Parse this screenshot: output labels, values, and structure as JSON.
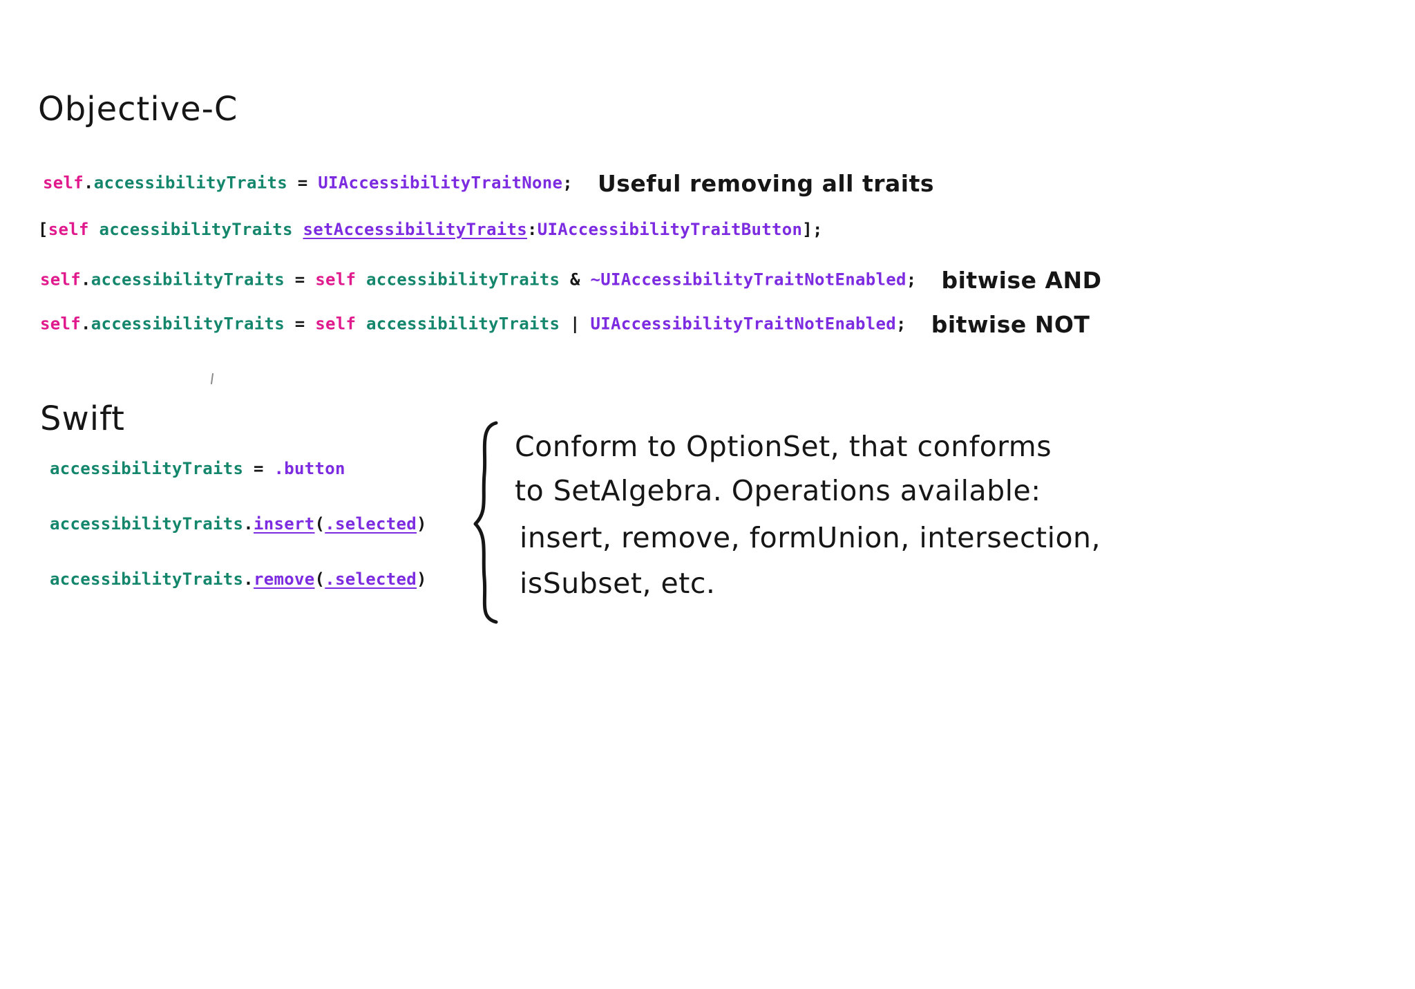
{
  "colors": {
    "magenta": "#e01a8d",
    "teal": "#14866c",
    "purple": "#7c2be0",
    "ink": "#161616"
  },
  "objc": {
    "heading": "Objective-C",
    "lines": [
      {
        "tokens": [
          {
            "text": "self",
            "color": "magenta"
          },
          {
            "text": ".",
            "color": "ink"
          },
          {
            "text": "accessibilityTraits",
            "color": "teal"
          },
          {
            "text": " = ",
            "color": "ink"
          },
          {
            "text": "UIAccessibilityTraitNone",
            "color": "purple"
          },
          {
            "text": ";",
            "color": "ink"
          }
        ],
        "annotation": "Useful removing all traits"
      },
      {
        "tokens": [
          {
            "text": "[",
            "color": "ink"
          },
          {
            "text": "self",
            "color": "magenta"
          },
          {
            "text": " ",
            "color": "ink"
          },
          {
            "text": "accessibilityTraits",
            "color": "teal"
          },
          {
            "text": " ",
            "color": "ink"
          },
          {
            "text": "setAccessibilityTraits",
            "color": "purple",
            "underline": true
          },
          {
            "text": ":",
            "color": "ink"
          },
          {
            "text": "UIAccessibilityTraitButton",
            "color": "purple"
          },
          {
            "text": "];",
            "color": "ink"
          }
        ],
        "annotation": ""
      },
      {
        "tokens": [
          {
            "text": "self",
            "color": "magenta"
          },
          {
            "text": ".",
            "color": "ink"
          },
          {
            "text": "accessibilityTraits",
            "color": "teal"
          },
          {
            "text": " = ",
            "color": "ink"
          },
          {
            "text": "self",
            "color": "magenta"
          },
          {
            "text": " ",
            "color": "ink"
          },
          {
            "text": "accessibilityTraits",
            "color": "teal"
          },
          {
            "text": " & ",
            "color": "ink"
          },
          {
            "text": "~UIAccessibilityTraitNotEnabled",
            "color": "purple"
          },
          {
            "text": ";",
            "color": "ink"
          }
        ],
        "annotation": "bitwise AND"
      },
      {
        "tokens": [
          {
            "text": "self",
            "color": "magenta"
          },
          {
            "text": ".",
            "color": "ink"
          },
          {
            "text": "accessibilityTraits",
            "color": "teal"
          },
          {
            "text": " = ",
            "color": "ink"
          },
          {
            "text": "self",
            "color": "magenta"
          },
          {
            "text": " ",
            "color": "ink"
          },
          {
            "text": "accessibilityTraits",
            "color": "teal"
          },
          {
            "text": " | ",
            "color": "ink"
          },
          {
            "text": "UIAccessibilityTraitNotEnabled",
            "color": "purple"
          },
          {
            "text": ";",
            "color": "ink"
          }
        ],
        "annotation": "bitwise NOT"
      }
    ]
  },
  "swift": {
    "heading": "Swift",
    "lines": [
      {
        "tokens": [
          {
            "text": "accessibilityTraits",
            "color": "teal"
          },
          {
            "text": " = ",
            "color": "ink"
          },
          {
            "text": ".button",
            "color": "purple"
          }
        ]
      },
      {
        "tokens": [
          {
            "text": "accessibilityTraits",
            "color": "teal"
          },
          {
            "text": ".",
            "color": "ink"
          },
          {
            "text": "insert",
            "color": "purple",
            "underline": true
          },
          {
            "text": "(",
            "color": "ink"
          },
          {
            "text": ".selected",
            "color": "purple",
            "underline": true
          },
          {
            "text": ")",
            "color": "ink"
          }
        ]
      },
      {
        "tokens": [
          {
            "text": "accessibilityTraits",
            "color": "teal"
          },
          {
            "text": ".",
            "color": "ink"
          },
          {
            "text": "remove",
            "color": "purple",
            "underline": true
          },
          {
            "text": "(",
            "color": "ink"
          },
          {
            "text": ".selected",
            "color": "purple",
            "underline": true
          },
          {
            "text": ")",
            "color": "ink"
          }
        ]
      }
    ]
  },
  "note": {
    "lines": [
      "Conform to OptionSet, that conforms",
      "to SetAlgebra. Operations available:",
      "insert, remove, formUnion, intersection,",
      "isSubset, etc."
    ]
  }
}
